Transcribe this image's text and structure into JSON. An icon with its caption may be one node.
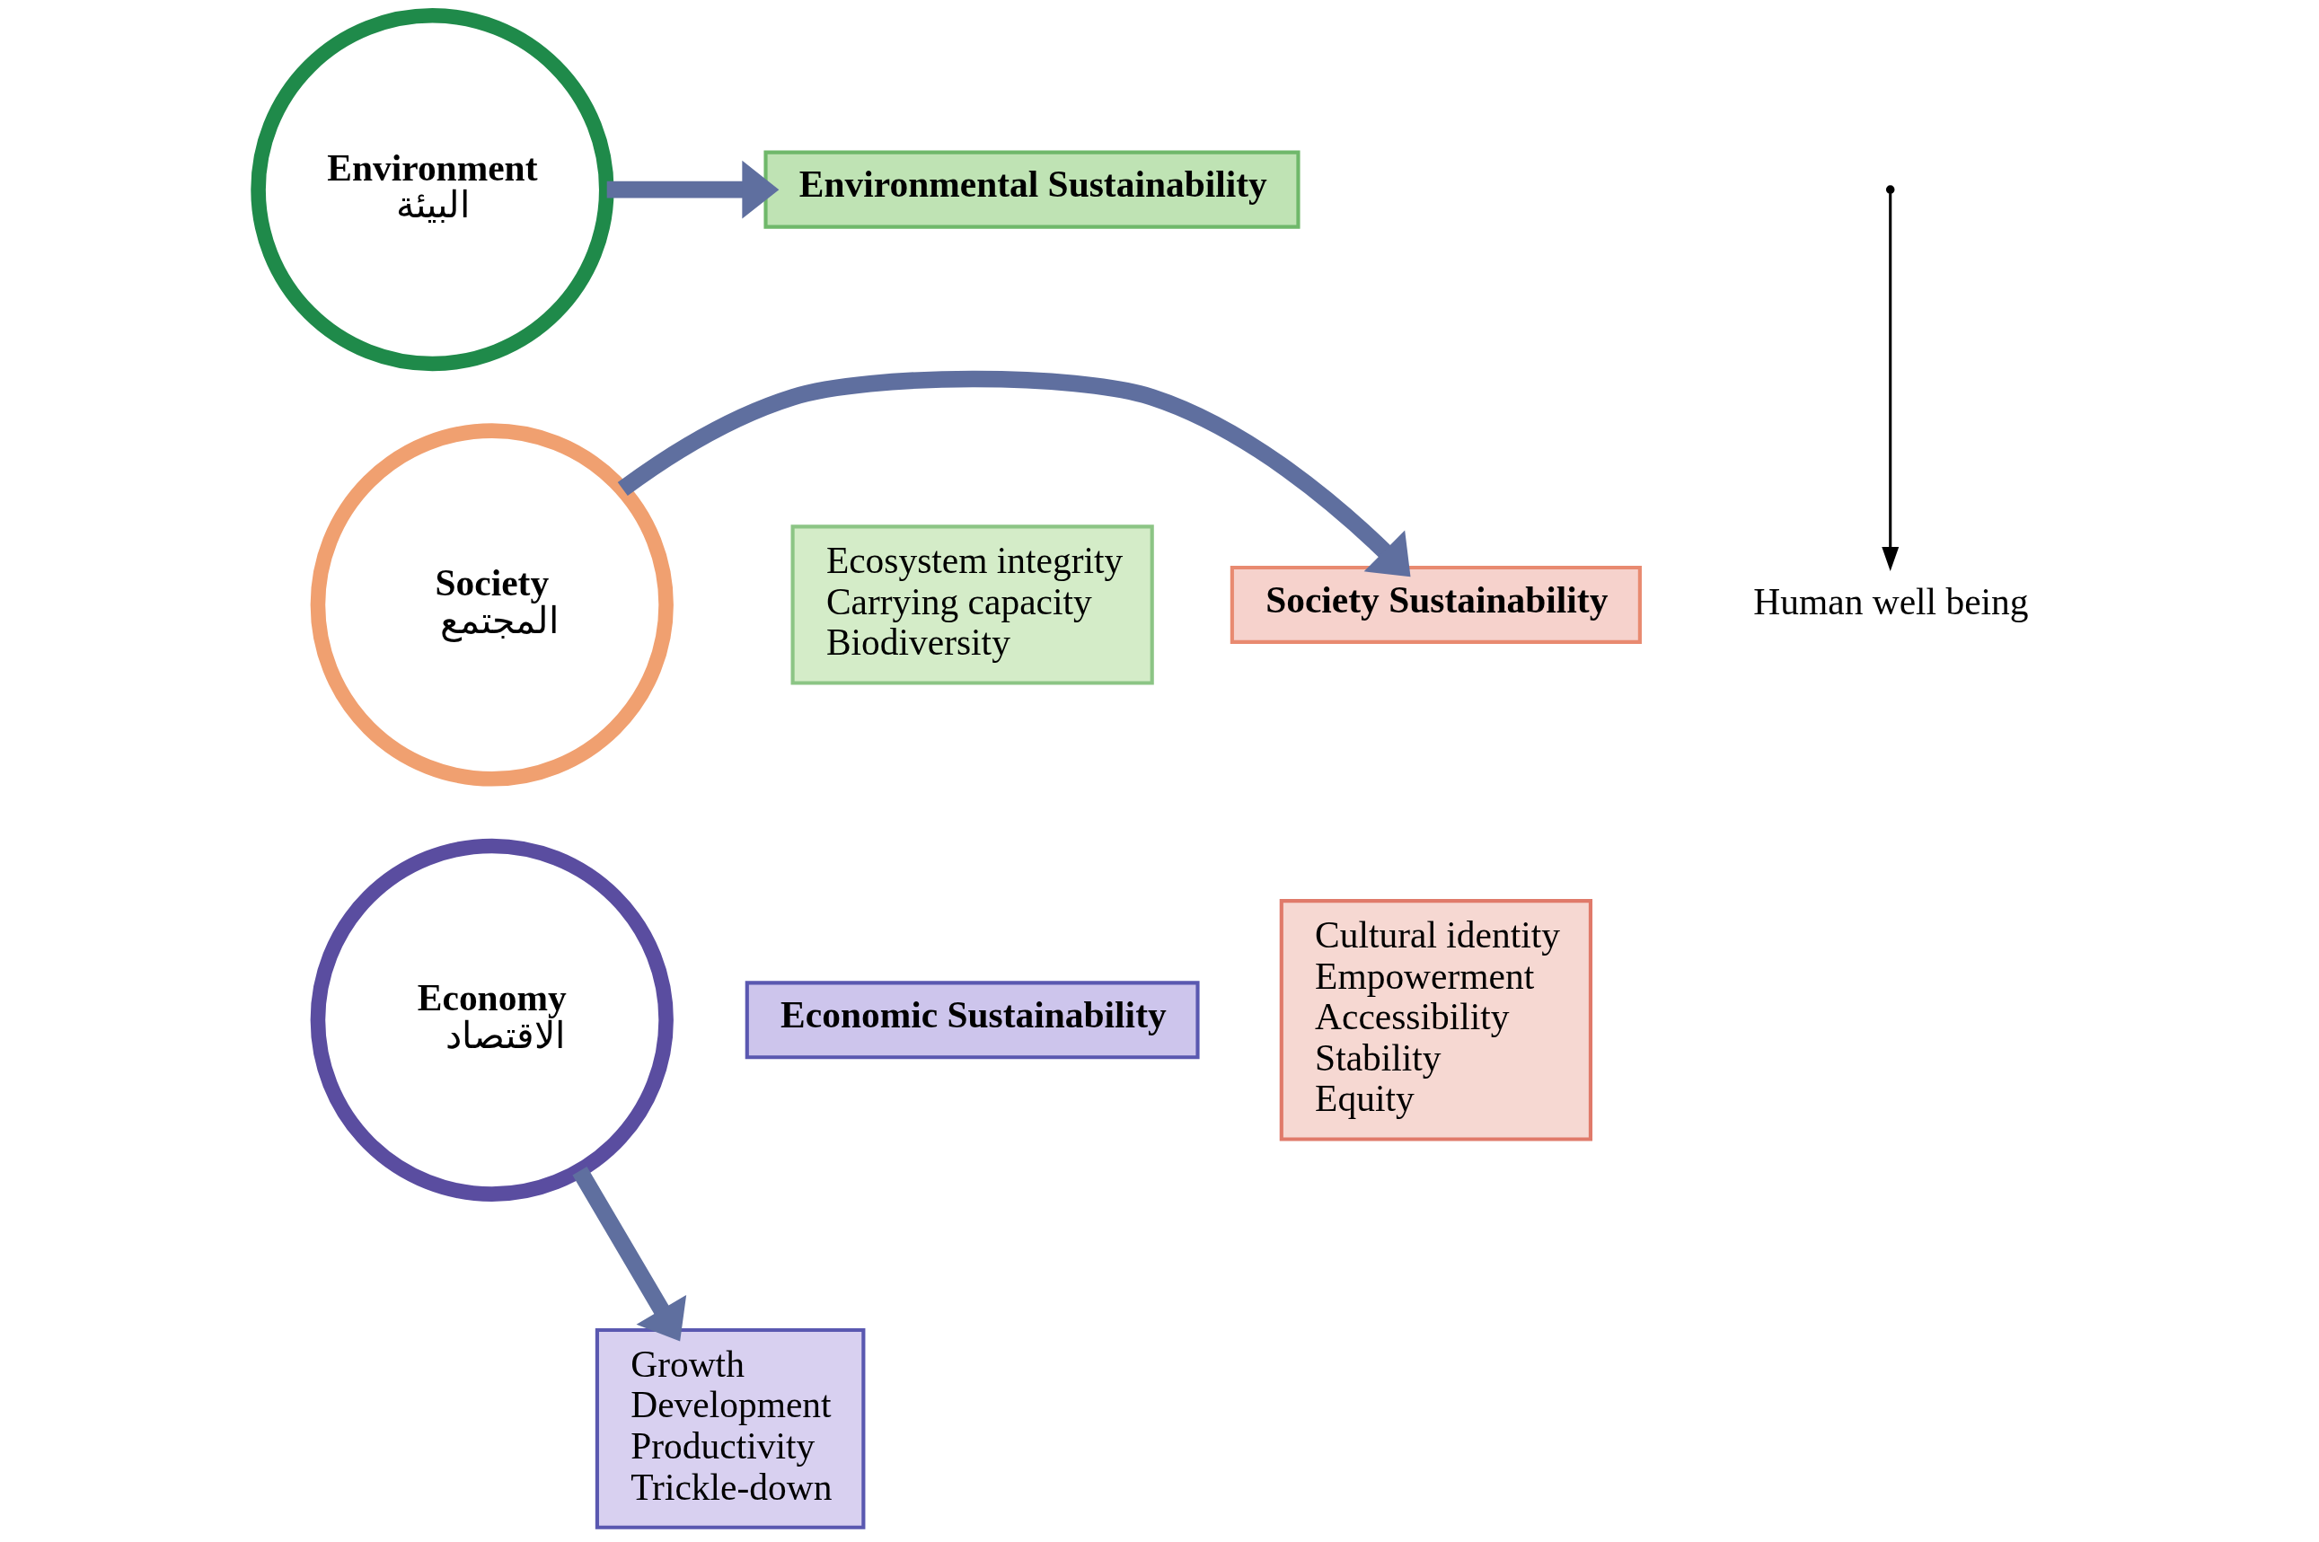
{
  "diagram": {
    "nodes": [
      {
        "text": [
          "Environmental Sustainability"
        ]
      },
      {
        "text": [
          "Ecosystem integrity",
          "Carrying capacity",
          "Biodiversity"
        ]
      },
      {
        "text": [
          "Environment",
          "البيئة"
        ]
      },
      {
        "text": [
          "Society Sustainability"
        ]
      },
      {
        "text": [
          "Economy",
          "الاقتصاد"
        ]
      },
      {
        "text": [
          "Society",
          "المجتمع"
        ]
      },
      {
        "text": [
          "Cultural identity",
          "Empowerment",
          "Accessibility",
          "Stability",
          "Equity"
        ]
      },
      {
        "text": [
          "Economic Sustainability"
        ]
      },
      {
        "text": [
          "Growth",
          "Development",
          "Productivity",
          "Trickle-down"
        ]
      },
      {
        "text": [
          "Human well being"
        ]
      }
    ],
    "edges": [
      {
        "from": 2,
        "to": 0,
        "arrow": "to"
      },
      {
        "from": 5,
        "to": 3,
        "arrow": "to"
      },
      {
        "from": 4,
        "to": 8,
        "arrow": "to"
      },
      {
        "from": null,
        "to": 9,
        "arrow": "to",
        "color": "#000000"
      }
    ]
  }
}
